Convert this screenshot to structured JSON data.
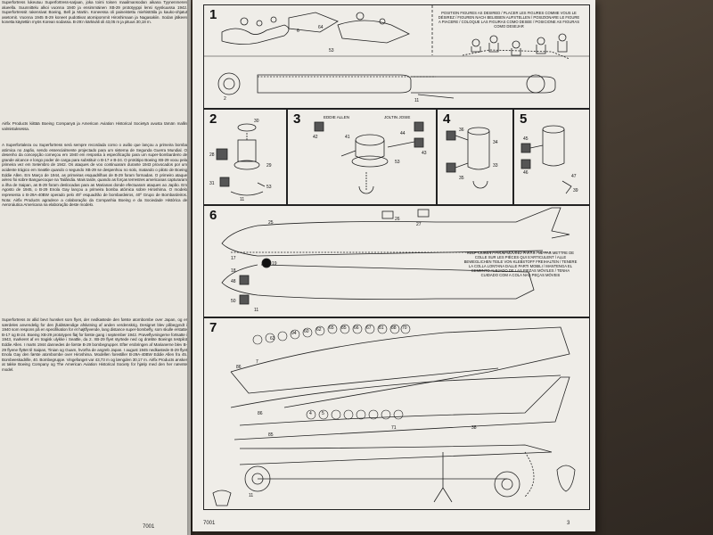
{
  "left_page": {
    "finnish_intro": "Superfortress lukeutuu Superfortress-sarjaan, joka toimi toisen maailmansodan aikana Tyynenmeren alueella. Suunnittelu alkoi vuonna 1940 ja ensimmäinen XB-29 prototyyppi lensi syyskuussa 1942. Superfortressit rakensivat Boeing, Bell ja Martin. Koneessa oli paineistettu miehistötila ja kauko-ohjatut asetornit. Vuonna 1945 B-29 koneet pudottivat atomipommit Hiroshimaan ja Nagasakiin. Sodan jälkeen konetta käytettiin myös Korean sodassa. B-29:n kärkiväli oli 43,05 m ja pituus 30,18 m.",
    "finnish_tail": "Airfix Products kiittää Boeing Companyä ja American Aviation Historical Societyä avusta tämän mallin valmistuksessa.",
    "portuguese_text": "A Superfortaleza ou Superfortress será sempre recordada como o avião que lançou a primeira bomba atómica no Japão, sendo essencialmente projectado para um sistema de Segunda Guerra Mundial. O desenho da concepção começou em 1940 em resposta à especificação para um super-bombardeiro de grande alcance e longo poder de carga para substituir o B-17 e B-24. O protótipo Boeing XB-29 voou pela primeira vez em Setembro de 1942. Os ataques de voo continuaram durante 1943 provocados por um acidente trágico em Seattle quando o segundo XB-29 se despenhou no solo, matando o piloto de Boeing Eddie Allen. Em Março de 1944, as primeiras esquadrilhas de B-29 foram formadas. O primeiro ataque aéreo foi sobre Banguecoque na Tailândia. Mais tarde, quando as forças terrestres americanas capturaram a ilha de Saipan, as B-29 foram deslocadas para as Marianas donde efectuaram ataques ao Japão. Em Agosto de 1945, o B-29 Enola Gay lançou a primeira bomba atómica sobre Hiroshima. O modelo representa o B-29A-40BW operado pelo 45º esquadrão de bombardeiros, 40º Grupo de Bombardeiros. Nota: Airfix Products agradece a colaboração da Companhia Boeing e da Sociedade Histórica de Aeronáutica Americana na elaboração deste modelo.",
    "swedish_text": "Superfortress är allid bevt hunsket som flyet, der nedkastede den første atombombe over Japan, og er særdeles anvendelig for den jfuldstændige afslutning af anden verdenskrig. Designet blev påbegyndt i 1940 som respons på en specifikation for et højtflyvende, lang distance super-bombefly, som skulle erstatte B-17 og B-24. Boeing XB-29 prototypen fløj for første gang i september 1942. Prøveflyvningerne fortsatte i 1943, markeret af en tragisk ulykke i Seattle, da 2. XB-29 flyet styrtede ned og dræbte Boeings testpilot Eddie Allen. I marts 1944 dannedes de første B-29 bombegrupper. Efter erobringen af Marianerne blev B-29 flyene flyttet til Saipan, Tinian og Guam, hvorfra de angreb Japan. I august 1945 nedkastede B-29 flyet Enola Gay den første atombombe over Hiroshima. Modellen forestiller B-29A-40BW Eddie Allen fra 45. Bombeeskadrille, 40. Bombegruppe. Vingefanget var 43,73 m og længden 30,17 m. Airfix Products ønsker at takke Boeing Company og The American Aviation Historical Society for hjælp med den her nævnte model.",
    "page_number": "7001"
  },
  "right_page": {
    "page_number_left": "7001",
    "page_number_right": "3",
    "steps": [
      {
        "number": "1"
      },
      {
        "number": "2"
      },
      {
        "number": "3"
      },
      {
        "number": "4"
      },
      {
        "number": "5"
      },
      {
        "number": "6"
      },
      {
        "number": "7"
      }
    ],
    "step1_note": "POSITION FIGURES AS DESIRED / PLACER LES FIGURES COMME VOUS LE DÉSIREZ / FIGUREN NACH BELIEBEN AUFSTELLEN / POSIZIONARE LE FIGURE A PIACERE / COLOQUE LAS FIGURAS COMO DESEE / POSICIONE AS FIGURAS COMO DESEJAR",
    "step3_callouts": {
      "left": "EDDIE ALLEN",
      "right": "JOLTIN JOSIE"
    },
    "step6_note": "KEEP CEMENT FROM MOVING PARTS / NE PAS METTRE DE COLLE SUR LES PIÈCES QUI S'ARTICULENT / ALLE BEWEGLICHEN TEILE VON KLEBSTOFF FREIHALTEN / TENERE LA COLLA LONTANA DALLE PARTI MOBILI / MANTENGA EL CEMENTO ALEJADO DE LAS PIEZAS MÓVILES / TENHA CUIDADO COM A COLA NAS PEÇAS MÓVEIS",
    "part_numbers": {
      "step1": [
        "6",
        "64",
        "53",
        "11",
        "2"
      ],
      "step2": [
        "30",
        "28",
        "29",
        "31",
        "53",
        "11"
      ],
      "step3": [
        "42",
        "41",
        "43",
        "44",
        "53"
      ],
      "step4": [
        "36",
        "34",
        "33",
        "35"
      ],
      "step5": [
        "45",
        "46",
        "47",
        "39"
      ],
      "step6": [
        "25",
        "26",
        "27",
        "17",
        "18",
        "19",
        "48",
        "50",
        "11"
      ],
      "step7": [
        "7",
        "86",
        "63",
        "94",
        "60",
        "62",
        "65",
        "85",
        "66",
        "67",
        "81",
        "88",
        "70",
        "4",
        "5",
        "86",
        "85",
        "71",
        "38",
        "11"
      ]
    }
  }
}
